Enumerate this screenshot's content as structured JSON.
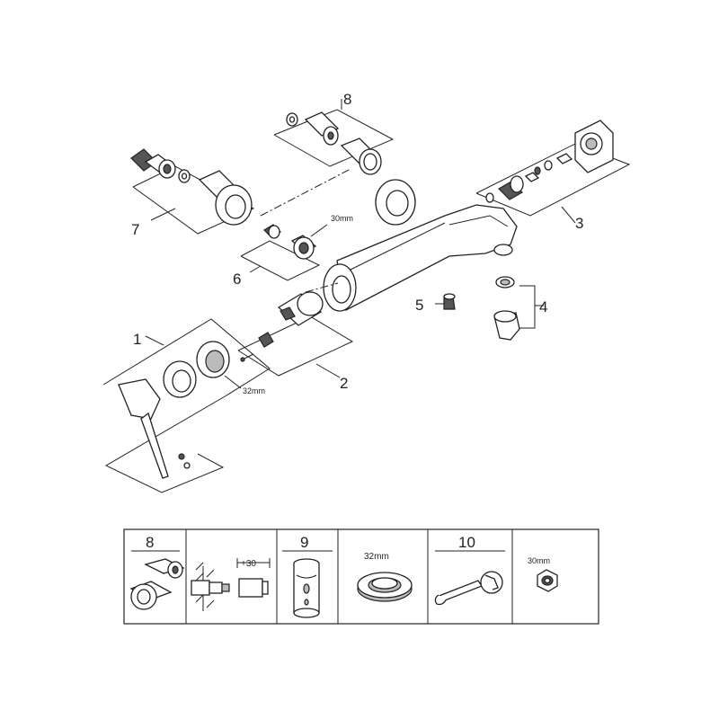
{
  "callouts": {
    "c1": "1",
    "c2": "2",
    "c3": "3",
    "c4": "4",
    "c5": "5",
    "c6": "6",
    "c7": "7",
    "c8": "8"
  },
  "dimensions": {
    "nut_30mm": "30mm",
    "ring_32mm": "32mm"
  },
  "accessory_table": {
    "cells": [
      {
        "label": "8",
        "dim": ""
      },
      {
        "label": "",
        "dim": "+30"
      },
      {
        "label": "9",
        "dim": ""
      },
      {
        "label": "",
        "dim": "32mm"
      },
      {
        "label": "10",
        "dim": ""
      },
      {
        "label": "",
        "dim": "30mm"
      }
    ]
  }
}
